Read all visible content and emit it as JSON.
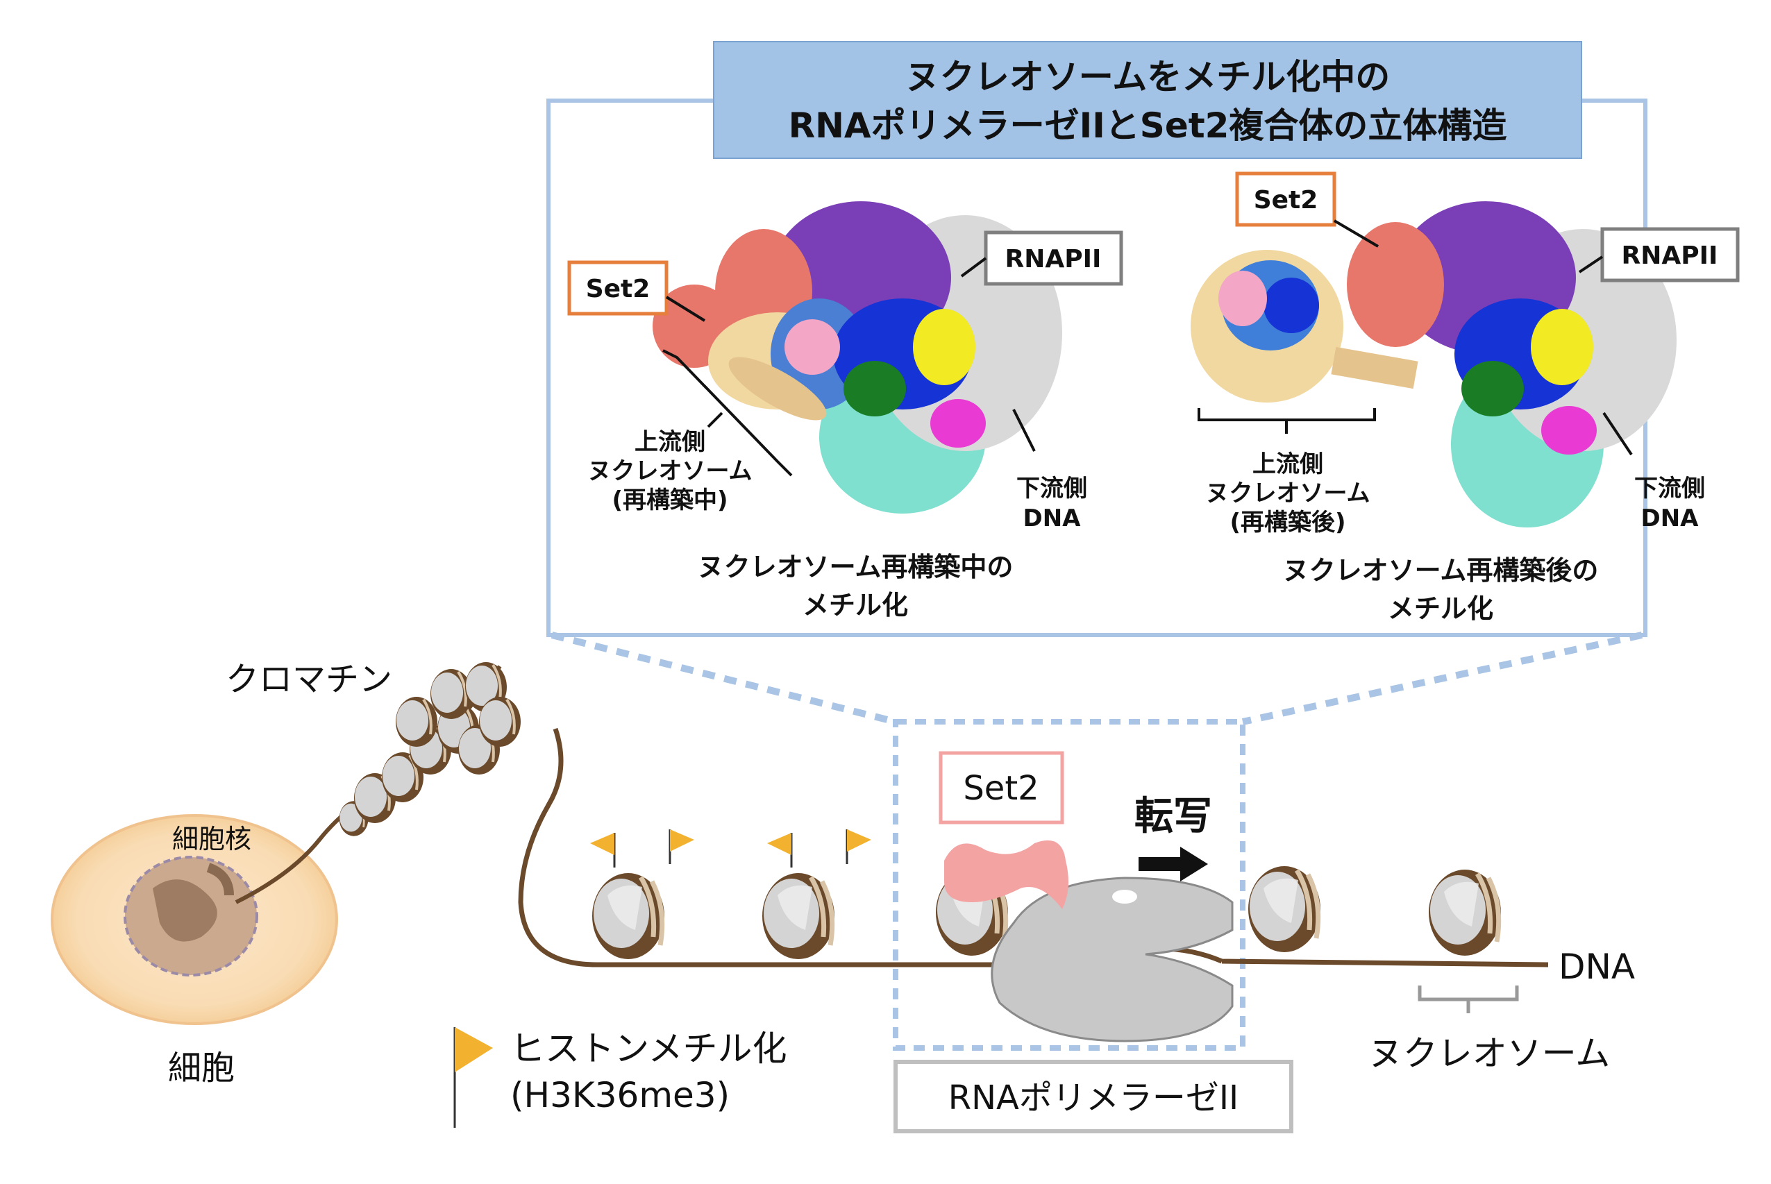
{
  "title": {
    "line1": "ヌクレオソームをメチル化中の",
    "line2": "RNAポリメラーゼIIとSet2複合体の立体構造"
  },
  "left_structure": {
    "set2_label": "Set2",
    "rnapii_label": "RNAPII",
    "upstream_l1": "上流側",
    "upstream_l2": "ヌクレオソーム",
    "upstream_l3": "(再構築中)",
    "downstream_l1": "下流側",
    "downstream_l2": "DNA",
    "caption_l1": "ヌクレオソーム再構築中の",
    "caption_l2": "メチル化"
  },
  "right_structure": {
    "set2_label": "Set2",
    "rnapii_label": "RNAPII",
    "upstream_l1": "上流側",
    "upstream_l2": "ヌクレオソーム",
    "upstream_l3": "(再構築後)",
    "downstream_l1": "下流側",
    "downstream_l2": "DNA",
    "caption_l1": "ヌクレオソーム再構築後の",
    "caption_l2": "メチル化"
  },
  "bottom": {
    "chromatin": "クロマチン",
    "nucleus": "細胞核",
    "cell": "細胞",
    "set2": "Set2",
    "transcription": "転写",
    "dna": "DNA",
    "nucleosome": "ヌクレオソーム",
    "methylation_l1": "ヒストンメチル化",
    "methylation_l2": "(H3K36me3)",
    "rnapii": "RNAポリメラーゼII"
  },
  "colors": {
    "panel_border": "#a9c4e4",
    "title_fill": "#a2c2e6",
    "set2_orange": "#e67e3c",
    "set2_pink": "#f4a3a3",
    "rnapii_gray": "#7f7f7f",
    "dna_brown": "#6b4a2b",
    "flag": "#f2b230",
    "polymerase_gray": "#c8c8c8"
  }
}
